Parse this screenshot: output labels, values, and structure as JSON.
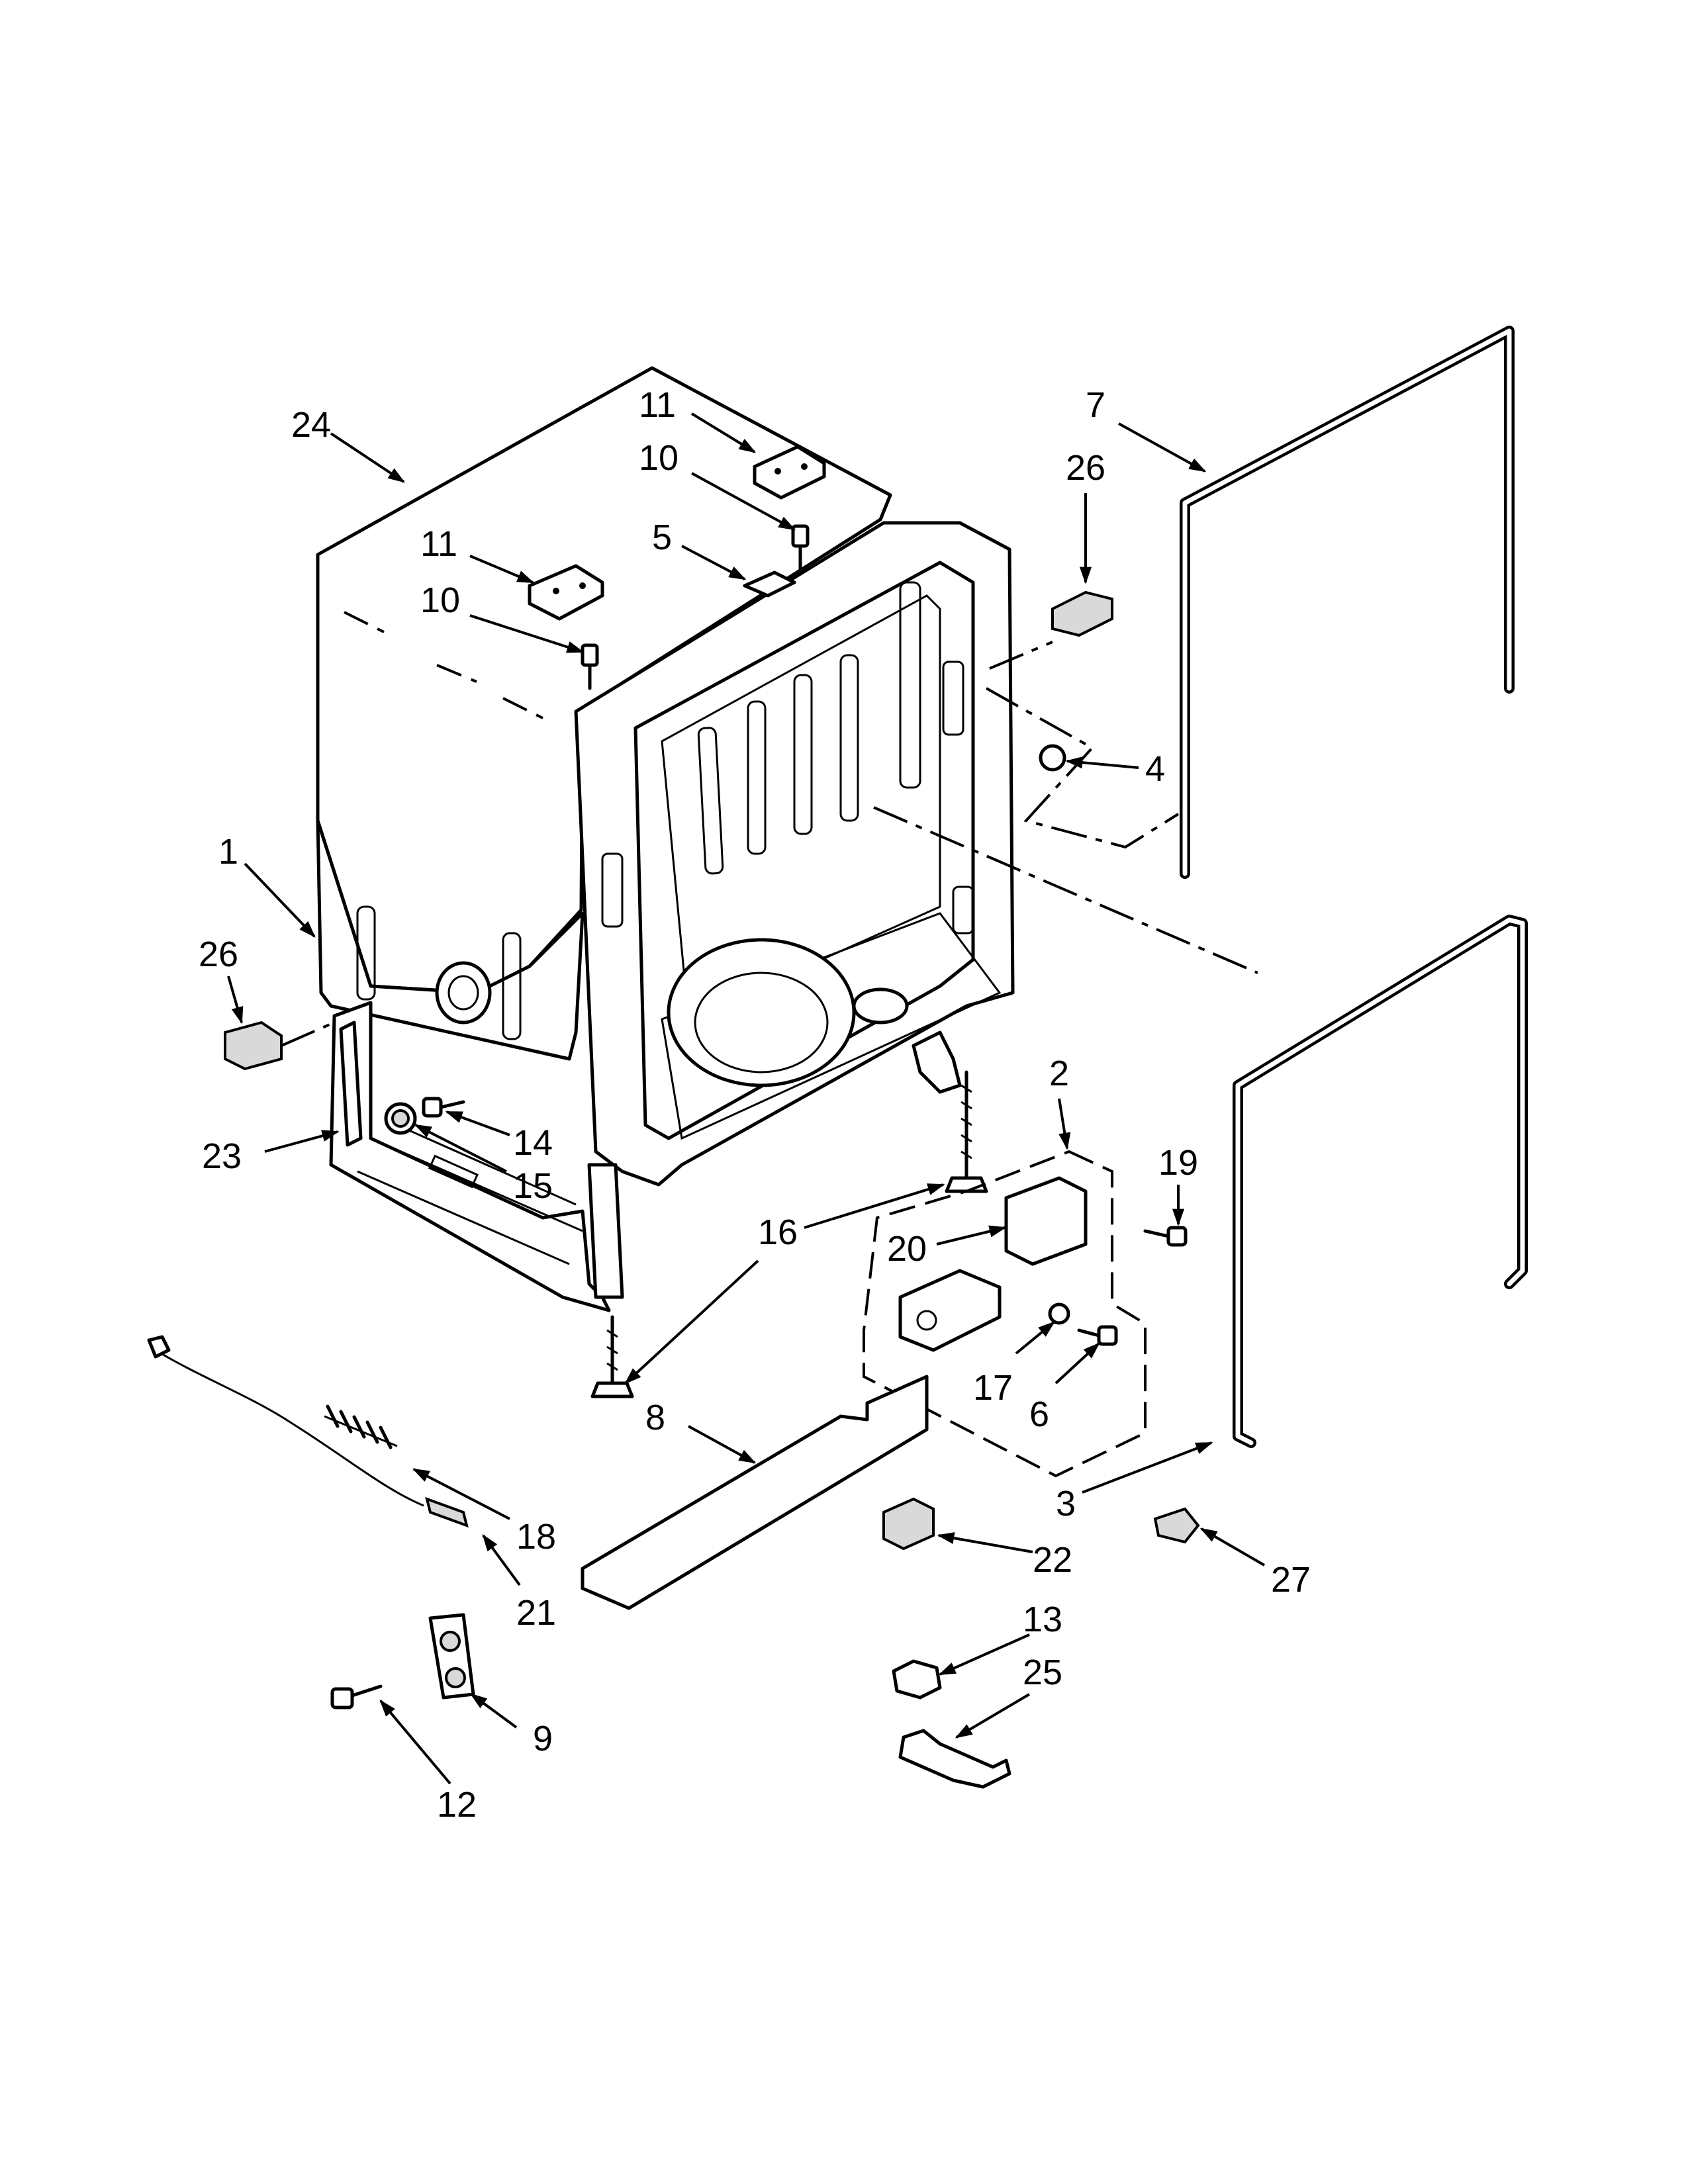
{
  "diagram": {
    "callouts": [
      {
        "id": "24a",
        "label": "24"
      },
      {
        "id": "11a",
        "label": "11"
      },
      {
        "id": "10a",
        "label": "10"
      },
      {
        "id": "11b",
        "label": "11"
      },
      {
        "id": "10b",
        "label": "10"
      },
      {
        "id": "5",
        "label": "5"
      },
      {
        "id": "7",
        "label": "7"
      },
      {
        "id": "26a",
        "label": "26"
      },
      {
        "id": "4",
        "label": "4"
      },
      {
        "id": "1",
        "label": "1"
      },
      {
        "id": "26b",
        "label": "26"
      },
      {
        "id": "2",
        "label": "2"
      },
      {
        "id": "19",
        "label": "19"
      },
      {
        "id": "23",
        "label": "23"
      },
      {
        "id": "14",
        "label": "14"
      },
      {
        "id": "15",
        "label": "15"
      },
      {
        "id": "16",
        "label": "16"
      },
      {
        "id": "20",
        "label": "20"
      },
      {
        "id": "17",
        "label": "17"
      },
      {
        "id": "6",
        "label": "6"
      },
      {
        "id": "8",
        "label": "8"
      },
      {
        "id": "3",
        "label": "3"
      },
      {
        "id": "18",
        "label": "18"
      },
      {
        "id": "22",
        "label": "22"
      },
      {
        "id": "27",
        "label": "27"
      },
      {
        "id": "21",
        "label": "21"
      },
      {
        "id": "13",
        "label": "13"
      },
      {
        "id": "25",
        "label": "25"
      },
      {
        "id": "9",
        "label": "9"
      },
      {
        "id": "12",
        "label": "12"
      }
    ]
  }
}
